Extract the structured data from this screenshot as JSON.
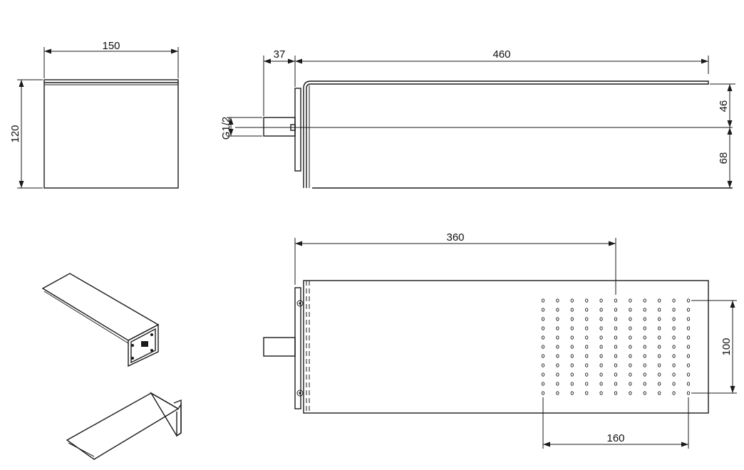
{
  "dimensions": {
    "front_width": "150",
    "front_height": "120",
    "inlet_length": "37",
    "spout_length": "460",
    "thread_size": "G1/2",
    "top_offset": "46",
    "bottom_offset": "68",
    "plan_projection": "360",
    "nozzle_field_height": "100",
    "nozzle_field_width": "160"
  },
  "nozzle_grid": {
    "rows": 11,
    "cols": 11
  }
}
